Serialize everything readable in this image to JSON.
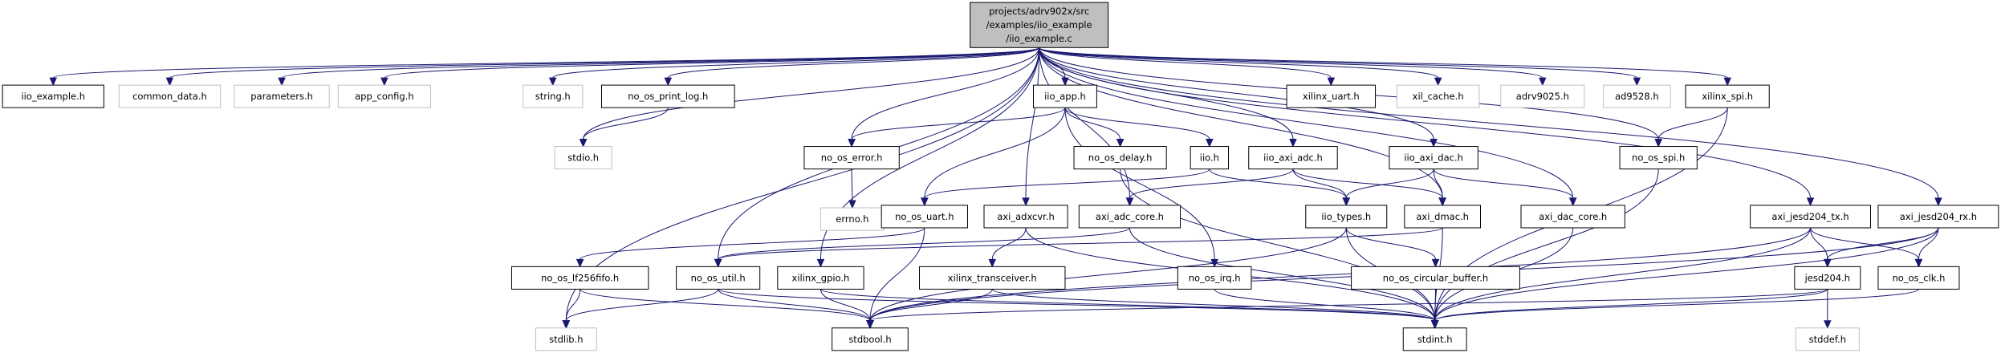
{
  "diagram": {
    "title": "",
    "colors": {
      "edge": "#191970",
      "node_border": "#000000",
      "missing_border": "#bfbfbf",
      "root_fill": "#bfbfbf",
      "background": "#ffffff"
    },
    "root": "iio_example_c",
    "nodes": [
      {
        "id": "iio_example_c",
        "lines": [
          "projects/adrv902x/src",
          "/examples/iio_example",
          "/iio_example.c"
        ],
        "kind": "root"
      },
      {
        "id": "iio_example_h",
        "lines": [
          "iio_example.h"
        ],
        "kind": "file"
      },
      {
        "id": "common_data_h",
        "lines": [
          "common_data.h"
        ],
        "kind": "missing"
      },
      {
        "id": "parameters_h",
        "lines": [
          "parameters.h"
        ],
        "kind": "missing"
      },
      {
        "id": "app_config_h",
        "lines": [
          "app_config.h"
        ],
        "kind": "missing"
      },
      {
        "id": "string_h",
        "lines": [
          "string.h"
        ],
        "kind": "missing"
      },
      {
        "id": "no_os_print_log_h",
        "lines": [
          "no_os_print_log.h"
        ],
        "kind": "file"
      },
      {
        "id": "stdio_h",
        "lines": [
          "stdio.h"
        ],
        "kind": "missing"
      },
      {
        "id": "iio_app_h",
        "lines": [
          "iio_app.h"
        ],
        "kind": "file"
      },
      {
        "id": "no_os_error_h",
        "lines": [
          "no_os_error.h"
        ],
        "kind": "file"
      },
      {
        "id": "errno_h",
        "lines": [
          "errno.h"
        ],
        "kind": "missing"
      },
      {
        "id": "no_os_delay_h",
        "lines": [
          "no_os_delay.h"
        ],
        "kind": "file"
      },
      {
        "id": "iio_h",
        "lines": [
          "iio.h"
        ],
        "kind": "file"
      },
      {
        "id": "iio_axi_adc_h",
        "lines": [
          "iio_axi_adc.h"
        ],
        "kind": "file"
      },
      {
        "id": "iio_axi_dac_h",
        "lines": [
          "iio_axi_dac.h"
        ],
        "kind": "file"
      },
      {
        "id": "xilinx_uart_h",
        "lines": [
          "xilinx_uart.h"
        ],
        "kind": "file"
      },
      {
        "id": "xil_cache_h",
        "lines": [
          "xil_cache.h"
        ],
        "kind": "missing"
      },
      {
        "id": "adrv9025_h",
        "lines": [
          "adrv9025.h"
        ],
        "kind": "missing"
      },
      {
        "id": "ad9528_h",
        "lines": [
          "ad9528.h"
        ],
        "kind": "missing"
      },
      {
        "id": "xilinx_spi_h",
        "lines": [
          "xilinx_spi.h"
        ],
        "kind": "file"
      },
      {
        "id": "no_os_spi_h",
        "lines": [
          "no_os_spi.h"
        ],
        "kind": "file"
      },
      {
        "id": "no_os_uart_h",
        "lines": [
          "no_os_uart.h"
        ],
        "kind": "file"
      },
      {
        "id": "axi_adxcvr_h",
        "lines": [
          "axi_adxcvr.h"
        ],
        "kind": "file"
      },
      {
        "id": "axi_adc_core_h",
        "lines": [
          "axi_adc_core.h"
        ],
        "kind": "file"
      },
      {
        "id": "iio_types_h",
        "lines": [
          "iio_types.h"
        ],
        "kind": "file"
      },
      {
        "id": "axi_dmac_h",
        "lines": [
          "axi_dmac.h"
        ],
        "kind": "file"
      },
      {
        "id": "axi_dac_core_h",
        "lines": [
          "axi_dac_core.h"
        ],
        "kind": "file"
      },
      {
        "id": "axi_jesd204_tx_h",
        "lines": [
          "axi_jesd204_tx.h"
        ],
        "kind": "file"
      },
      {
        "id": "axi_jesd204_rx_h",
        "lines": [
          "axi_jesd204_rx.h"
        ],
        "kind": "file"
      },
      {
        "id": "no_os_lf256fifo_h",
        "lines": [
          "no_os_lf256fifo.h"
        ],
        "kind": "file"
      },
      {
        "id": "no_os_util_h",
        "lines": [
          "no_os_util.h"
        ],
        "kind": "file"
      },
      {
        "id": "xilinx_gpio_h",
        "lines": [
          "xilinx_gpio.h"
        ],
        "kind": "file"
      },
      {
        "id": "xilinx_transceiver_h",
        "lines": [
          "xilinx_transceiver.h"
        ],
        "kind": "file"
      },
      {
        "id": "no_os_irq_h",
        "lines": [
          "no_os_irq.h"
        ],
        "kind": "file"
      },
      {
        "id": "no_os_circular_buffer_h",
        "lines": [
          "no_os_circular_buffer.h"
        ],
        "kind": "file"
      },
      {
        "id": "jesd204_h",
        "lines": [
          "jesd204.h"
        ],
        "kind": "file"
      },
      {
        "id": "no_os_clk_h",
        "lines": [
          "no_os_clk.h"
        ],
        "kind": "file"
      },
      {
        "id": "stdlib_h",
        "lines": [
          "stdlib.h"
        ],
        "kind": "missing"
      },
      {
        "id": "stdbool_h",
        "lines": [
          "stdbool.h"
        ],
        "kind": "file"
      },
      {
        "id": "stdint_h",
        "lines": [
          "stdint.h"
        ],
        "kind": "file"
      },
      {
        "id": "stddef_h",
        "lines": [
          "stddef.h"
        ],
        "kind": "missing"
      }
    ],
    "edges": [
      [
        "iio_example_c",
        "iio_example_h"
      ],
      [
        "iio_example_c",
        "common_data_h"
      ],
      [
        "iio_example_c",
        "parameters_h"
      ],
      [
        "iio_example_c",
        "app_config_h"
      ],
      [
        "iio_example_c",
        "string_h"
      ],
      [
        "iio_example_c",
        "no_os_print_log_h"
      ],
      [
        "iio_example_c",
        "stdio_h"
      ],
      [
        "iio_example_c",
        "iio_app_h"
      ],
      [
        "iio_example_c",
        "no_os_error_h"
      ],
      [
        "iio_example_c",
        "iio_axi_adc_h"
      ],
      [
        "iio_example_c",
        "iio_axi_dac_h"
      ],
      [
        "iio_example_c",
        "xilinx_uart_h"
      ],
      [
        "iio_example_c",
        "xil_cache_h"
      ],
      [
        "iio_example_c",
        "adrv9025_h"
      ],
      [
        "iio_example_c",
        "ad9528_h"
      ],
      [
        "iio_example_c",
        "xilinx_spi_h"
      ],
      [
        "iio_example_c",
        "no_os_spi_h"
      ],
      [
        "iio_example_c",
        "axi_adxcvr_h"
      ],
      [
        "iio_example_c",
        "axi_adc_core_h"
      ],
      [
        "iio_example_c",
        "axi_dmac_h"
      ],
      [
        "iio_example_c",
        "axi_dac_core_h"
      ],
      [
        "iio_example_c",
        "axi_jesd204_tx_h"
      ],
      [
        "iio_example_c",
        "axi_jesd204_rx_h"
      ],
      [
        "iio_example_c",
        "no_os_util_h"
      ],
      [
        "iio_example_c",
        "xilinx_gpio_h"
      ],
      [
        "iio_example_c",
        "stdlib_h"
      ],
      [
        "no_os_print_log_h",
        "stdio_h"
      ],
      [
        "iio_app_h",
        "no_os_error_h"
      ],
      [
        "iio_app_h",
        "no_os_delay_h"
      ],
      [
        "iio_app_h",
        "iio_h"
      ],
      [
        "iio_app_h",
        "no_os_uart_h"
      ],
      [
        "iio_app_h",
        "no_os_irq_h"
      ],
      [
        "no_os_error_h",
        "errno_h"
      ],
      [
        "iio_h",
        "no_os_uart_h"
      ],
      [
        "iio_h",
        "iio_types_h"
      ],
      [
        "iio_axi_adc_h",
        "iio_types_h"
      ],
      [
        "iio_axi_adc_h",
        "axi_adc_core_h"
      ],
      [
        "iio_axi_adc_h",
        "axi_dmac_h"
      ],
      [
        "iio_axi_dac_h",
        "iio_types_h"
      ],
      [
        "iio_axi_dac_h",
        "axi_dmac_h"
      ],
      [
        "iio_axi_dac_h",
        "axi_dac_core_h"
      ],
      [
        "xilinx_spi_h",
        "no_os_spi_h"
      ],
      [
        "xilinx_spi_h",
        "stdint_h"
      ],
      [
        "no_os_spi_h",
        "stdint_h"
      ],
      [
        "no_os_uart_h",
        "no_os_lf256fifo_h"
      ],
      [
        "no_os_uart_h",
        "stdbool_h"
      ],
      [
        "axi_adxcvr_h",
        "xilinx_transceiver_h"
      ],
      [
        "axi_adxcvr_h",
        "stdint_h"
      ],
      [
        "axi_adc_core_h",
        "no_os_util_h"
      ],
      [
        "axi_adc_core_h",
        "stdint_h"
      ],
      [
        "iio_types_h",
        "no_os_circular_buffer_h"
      ],
      [
        "iio_types_h",
        "stdbool_h"
      ],
      [
        "iio_types_h",
        "stdint_h"
      ],
      [
        "axi_dmac_h",
        "no_os_util_h"
      ],
      [
        "axi_dmac_h",
        "stdint_h"
      ],
      [
        "axi_dac_core_h",
        "stdint_h"
      ],
      [
        "axi_jesd204_tx_h",
        "jesd204_h"
      ],
      [
        "axi_jesd204_tx_h",
        "no_os_clk_h"
      ],
      [
        "axi_jesd204_tx_h",
        "stdbool_h"
      ],
      [
        "axi_jesd204_tx_h",
        "stdint_h"
      ],
      [
        "axi_jesd204_rx_h",
        "jesd204_h"
      ],
      [
        "axi_jesd204_rx_h",
        "no_os_clk_h"
      ],
      [
        "axi_jesd204_rx_h",
        "stdbool_h"
      ],
      [
        "axi_jesd204_rx_h",
        "stdint_h"
      ],
      [
        "no_os_lf256fifo_h",
        "stdlib_h"
      ],
      [
        "no_os_lf256fifo_h",
        "stdbool_h"
      ],
      [
        "no_os_util_h",
        "stdlib_h"
      ],
      [
        "no_os_util_h",
        "stdbool_h"
      ],
      [
        "no_os_util_h",
        "stdint_h"
      ],
      [
        "xilinx_gpio_h",
        "stdbool_h"
      ],
      [
        "xilinx_gpio_h",
        "stdint_h"
      ],
      [
        "xilinx_transceiver_h",
        "stdbool_h"
      ],
      [
        "xilinx_transceiver_h",
        "stdint_h"
      ],
      [
        "no_os_irq_h",
        "stdint_h"
      ],
      [
        "no_os_circular_buffer_h",
        "stdint_h"
      ],
      [
        "jesd204_h",
        "stdbool_h"
      ],
      [
        "jesd204_h",
        "stdint_h"
      ],
      [
        "jesd204_h",
        "stddef_h"
      ],
      [
        "no_os_clk_h",
        "stdint_h"
      ],
      [
        "no_os_delay_h",
        "stdint_h"
      ]
    ]
  }
}
